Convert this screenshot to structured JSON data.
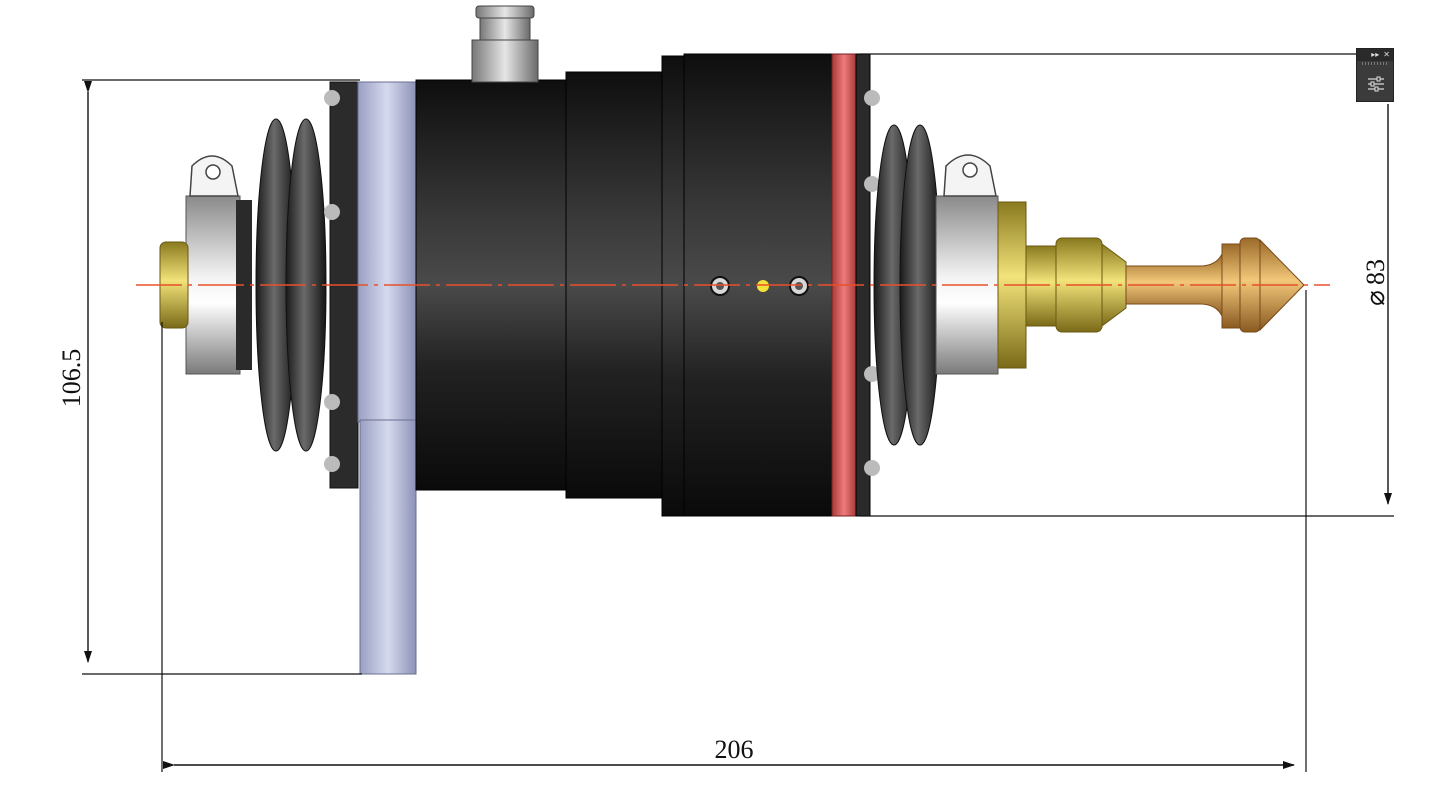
{
  "dimensions": {
    "height_label": "106.5",
    "diameter_symbol": "⌀",
    "diameter_value": "83",
    "length_label": "206"
  },
  "panel": {
    "collapse_glyph": "▸▸",
    "close_glyph": "✕",
    "icon": "sliders-icon"
  },
  "colors": {
    "body": "#1c1c1c",
    "flange": "#b8bdd8",
    "accent_ring": "#e06a6a",
    "centerline": "#e8502a",
    "brass": "#d9a24a",
    "yellow_fitting": "#e6d35a"
  }
}
